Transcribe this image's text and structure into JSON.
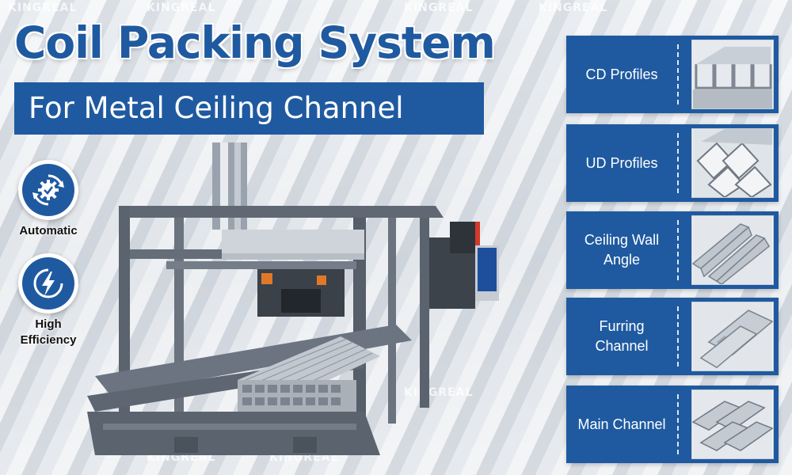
{
  "header": {
    "title": "Coil Packing System",
    "subtitle": "For Metal Ceiling Channel"
  },
  "features": [
    {
      "label": "Automatic",
      "icon": "gear-cycle-icon"
    },
    {
      "label": "High\nEfficiency",
      "icon": "lightning-icon"
    }
  ],
  "watermark": "KINGREAL",
  "products": [
    {
      "label": "CD Profiles",
      "image": "cd-profiles-image"
    },
    {
      "label": "UD Profiles",
      "image": "ud-profiles-image"
    },
    {
      "label": "Ceiling Wall Angle",
      "image": "wall-angle-image"
    },
    {
      "label": "Furring Channel",
      "image": "furring-channel-image"
    },
    {
      "label": "Main Channel",
      "image": "main-channel-image"
    }
  ],
  "colors": {
    "brand_blue": "#1f5aa0",
    "white": "#ffffff",
    "machine_grey": "#5f6873"
  }
}
